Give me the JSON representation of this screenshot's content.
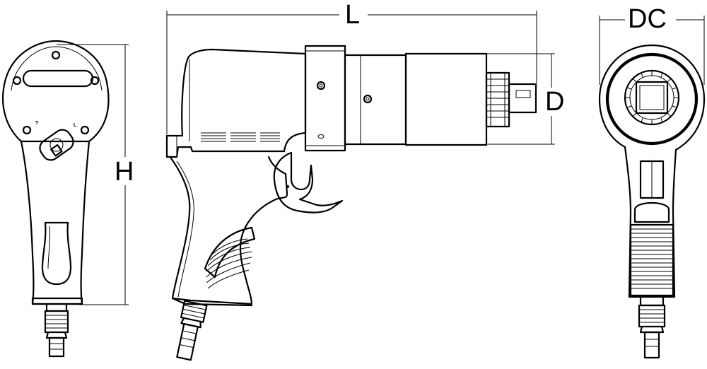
{
  "dimensions": {
    "length": "L",
    "height": "H",
    "drive": "D",
    "diameter": "DC"
  },
  "front_view": {
    "mark_left": "T",
    "mark_right": "L"
  }
}
